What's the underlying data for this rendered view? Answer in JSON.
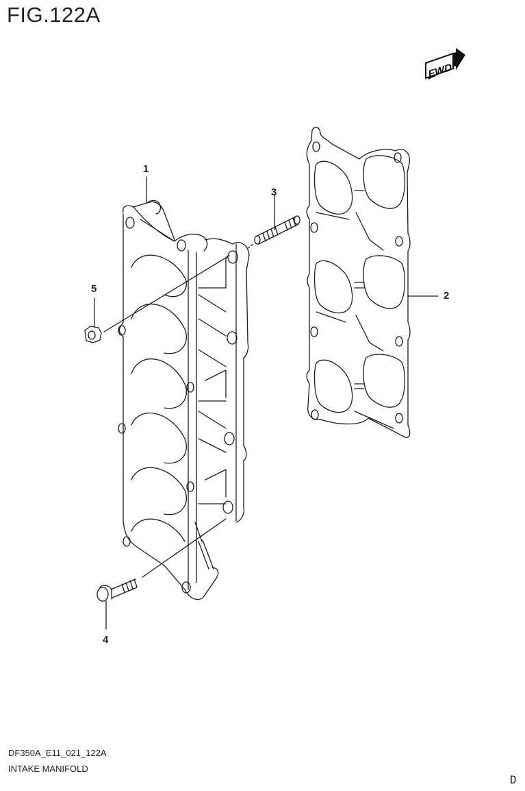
{
  "figure": {
    "title": "FIG.122A",
    "direction_indicator": "FWD",
    "code": "DF350A_E11_021_122A",
    "name": "INTAKE MANIFOLD",
    "corner_mark": "D"
  },
  "callouts": [
    {
      "number": "1",
      "part": "intake-manifold"
    },
    {
      "number": "2",
      "part": "gasket"
    },
    {
      "number": "3",
      "part": "stud"
    },
    {
      "number": "4",
      "part": "bolt"
    },
    {
      "number": "5",
      "part": "nut"
    }
  ],
  "colors": {
    "line": "#1a1a1a",
    "background": "#ffffff"
  }
}
